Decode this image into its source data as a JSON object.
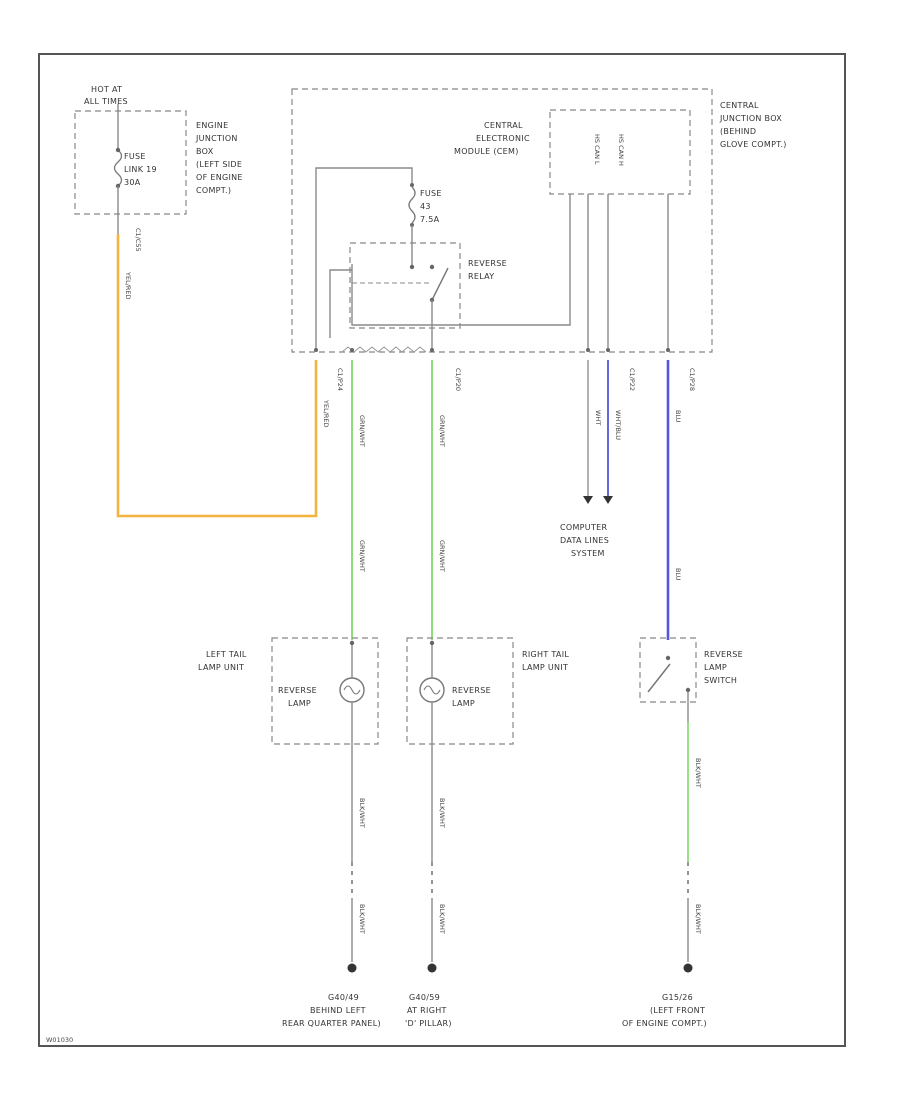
{
  "labels": {
    "hot_at_all_times_1": "HOT AT",
    "hot_at_all_times_2": "ALL TIMES",
    "ejb_1": "ENGINE",
    "ejb_2": "JUNCTION",
    "ejb_3": "BOX",
    "ejb_4": "(LEFT SIDE",
    "ejb_5": "OF ENGINE",
    "ejb_6": "COMPT.)",
    "fuse_link_1": "FUSE",
    "fuse_link_2": "LINK 19",
    "fuse_link_3": "30A",
    "cem_1": "CENTRAL",
    "cem_2": "ELECTRONIC",
    "cem_3": "MODULE (CEM)",
    "cjb_1": "CENTRAL",
    "cjb_2": "JUNCTION BOX",
    "cjb_3": "(BEHIND",
    "cjb_4": "GLOVE COMPT.)",
    "fuse2_1": "FUSE",
    "fuse2_2": "43",
    "fuse2_3": "7.5A",
    "relay_1": "REVERSE",
    "relay_2": "RELAY",
    "cdl_1": "COMPUTER",
    "cdl_2": "DATA LINES",
    "cdl_3": "SYSTEM",
    "ltl_1": "LEFT TAIL",
    "ltl_2": "LAMP UNIT",
    "rtl_1": "RIGHT TAIL",
    "rtl_2": "LAMP UNIT",
    "rev_lamp_1": "REVERSE",
    "rev_lamp_2": "LAMP",
    "rls_1": "REVERSE",
    "rls_2": "LAMP",
    "rls_3": "SWITCH",
    "g1_1": "G40/49",
    "g1_2": "BEHIND LEFT",
    "g1_3": "REAR QUARTER PANEL)",
    "g2_1": "G40/59",
    "g2_2": "AT RIGHT",
    "g2_3": "'D' PILLAR)",
    "g3_1": "G15/26",
    "g3_2": "(LEFT FRONT",
    "g3_3": "OF ENGINE COMPT.)",
    "cem_pin_1": "HS CAN L",
    "cem_pin_2": "HS CAN H",
    "footer_code": "W01030"
  },
  "wire_labels": {
    "yellow_1": "YEL/RED",
    "yellow_2": "YEL/RED",
    "conn_1": "C1/C55",
    "conn_2": "C1/P24",
    "conn_3": "C1/P20",
    "conn_4": "C1/P22",
    "conn_5": "C1/P28",
    "green_1": "GRN/WHT",
    "green_2": "GRN/WHT",
    "green_3": "GRN/WHT",
    "green_4": "GRN/WHT",
    "white": "WHT",
    "wht_blu": "WHT/BLU",
    "blue": "BLU",
    "black_1": "BLK/WHT",
    "black_2": "BLK/WHT",
    "black_3": "BLK/WHT",
    "black_4": "BLK/WHT",
    "black_5": "BLK/WHT",
    "black_6": "BLK/WHT"
  },
  "colors": {
    "yellow_wire": "#f2b43c",
    "green_wire": "#8edc7a",
    "blue_wire": "#5555dd",
    "gray_wire": "#8a8a8a",
    "frame": "#555555"
  }
}
